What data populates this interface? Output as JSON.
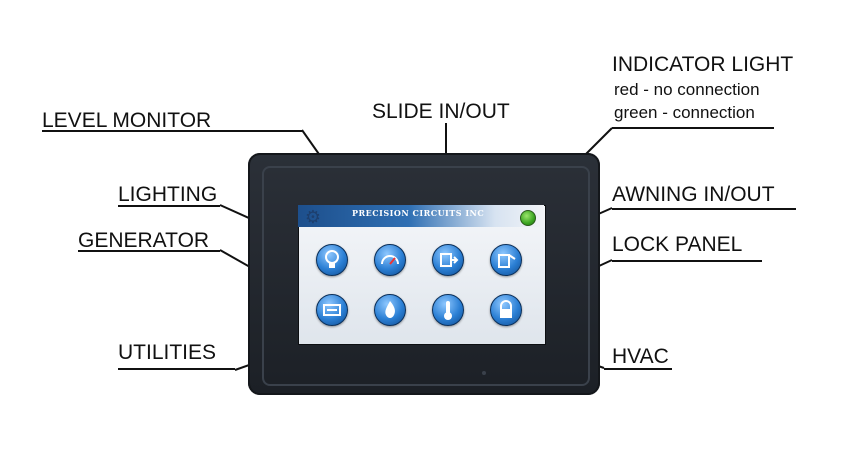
{
  "labels": {
    "indicator_light": "INDICATOR LIGHT",
    "indicator_red": "red - no connection",
    "indicator_green": "green - connection",
    "level_monitor": "LEVEL MONITOR",
    "slide_in_out": "SLIDE IN/OUT",
    "lighting": "LIGHTING",
    "awning_in_out": "AWNING IN/OUT",
    "generator": "GENERATOR",
    "lock_panel": "LOCK PANEL",
    "utilities": "UTILITIES",
    "hvac": "HVAC"
  },
  "screen": {
    "title": "PRECISION CIRCUITS INC",
    "status_color": "#3aa421"
  },
  "buttons_row1": [
    {
      "icon": "lightbulb-icon"
    },
    {
      "icon": "gauge-icon"
    },
    {
      "icon": "slide-icon"
    },
    {
      "icon": "awning-icon"
    }
  ],
  "buttons_row2": [
    {
      "icon": "generator-icon"
    },
    {
      "icon": "flame-icon"
    },
    {
      "icon": "thermometer-icon"
    },
    {
      "icon": "lock-icon"
    }
  ],
  "colors": {
    "button_blue": "#2b7fd4",
    "header_blue": "#1d4f8c",
    "bezel": "#1c2026"
  }
}
